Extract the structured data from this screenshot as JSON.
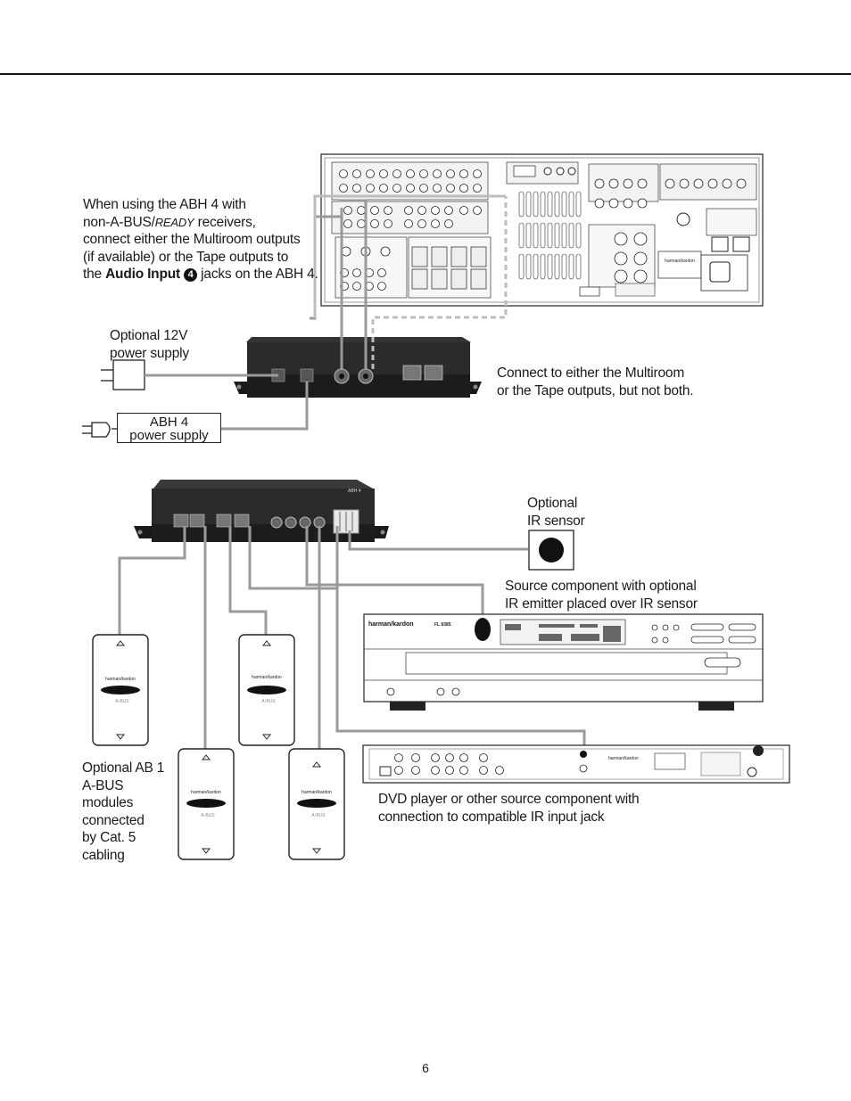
{
  "captions": {
    "abh4_note": {
      "line1": "When using the ABH 4 with",
      "line2_a": "non-A-BUS/",
      "line2_ready": "READY",
      "line2_b": " receivers,",
      "line3": "connect either the Multiroom outputs",
      "line4": "(if available) or the Tape outputs to",
      "line5_a": "the ",
      "line5_bold": "Audio Input",
      "line5_badge": "4",
      "line5_b": " jacks on the ABH 4."
    },
    "optional_power": {
      "line1": "Optional 12V",
      "line2": "power supply"
    },
    "abh4_power": {
      "line1": "ABH 4",
      "line2": "power supply"
    },
    "connect_either": {
      "line1": "Connect to either the Multiroom",
      "line2": "or the Tape outputs, but not both."
    },
    "optional_ir": {
      "line1": "Optional",
      "line2": "IR sensor"
    },
    "source_component": {
      "line1": "Source component with optional",
      "line2": "IR emitter placed over IR sensor"
    },
    "ab1_modules": {
      "line1": "Optional AB 1",
      "line2": "A-BUS",
      "line3": "modules",
      "line4": "connected",
      "line5": "by Cat. 5",
      "line6": "cabling"
    },
    "dvd_player": {
      "line1": "DVD player or other source component with",
      "line2": "connection to compatible IR input jack"
    }
  },
  "device_labels": {
    "receiver_brand": "harman/kardon",
    "cd_brand": "harman/kardon",
    "cd_model": "FL 8385",
    "dvd_brand": "harman/kardon",
    "module_brand": "harman/kardon",
    "module_logo": "A-BUS",
    "abh_model": "ABH 4"
  },
  "page": {
    "number": "6"
  }
}
